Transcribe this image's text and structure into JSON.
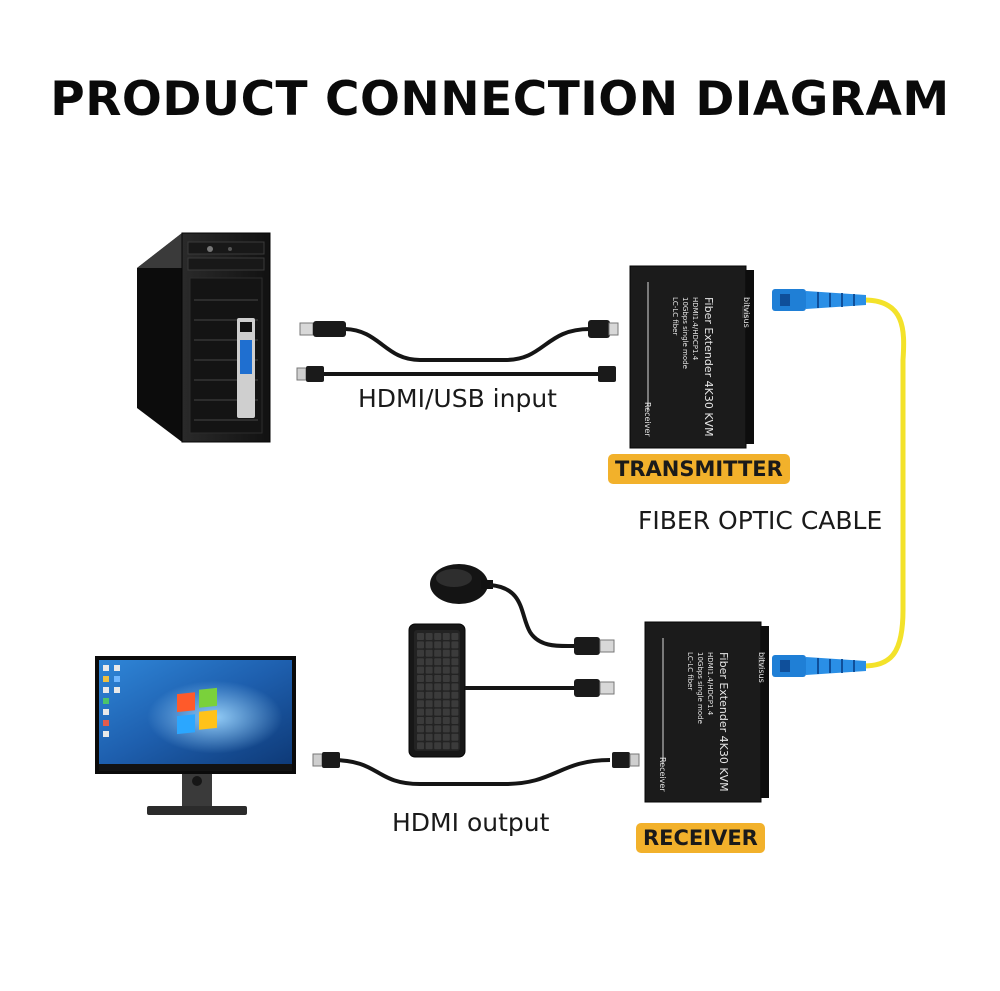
{
  "title": "PRODUCT CONNECTION DIAGRAM",
  "labels": {
    "hdmi_usb_input": "HDMI/USB input",
    "fiber_optic_cable": "FIBER OPTIC CABLE",
    "hdmi_output": "HDMI output"
  },
  "badges": {
    "transmitter": "TRANSMITTER",
    "receiver": "RECEIVER"
  },
  "device_text": {
    "brand": "bitvisus",
    "line1": "Fiber Extender 4K30 KVM",
    "line2": "HDMI1.4/HDCP1.4",
    "line3": "10Gbps single mode",
    "line4": "LC-LC fiber",
    "model_label": "Receiver"
  },
  "colors": {
    "badge": "#f2b12b",
    "fiber_cable": "#f3e22a",
    "fiber_connector": "#1f7fd6",
    "device_body": "#1b1b1b"
  }
}
